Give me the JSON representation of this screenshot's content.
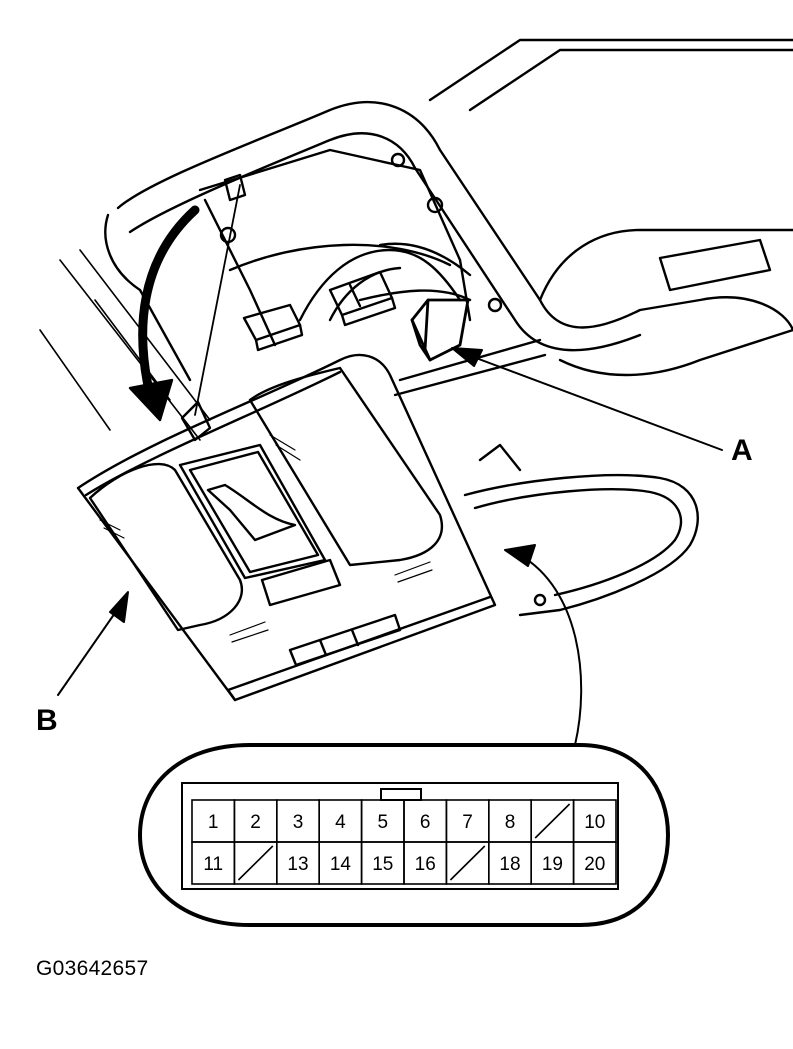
{
  "callouts": {
    "a": "A",
    "b": "B"
  },
  "figure_code": "G03642657",
  "connector": {
    "top_row": [
      "1",
      "2",
      "3",
      "4",
      "5",
      "6",
      "7",
      "8",
      "",
      "10"
    ],
    "bottom_row": [
      "11",
      "",
      "13",
      "14",
      "15",
      "16",
      "",
      "18",
      "19",
      "20"
    ],
    "empty_cavity_note": "diagonal slash"
  }
}
